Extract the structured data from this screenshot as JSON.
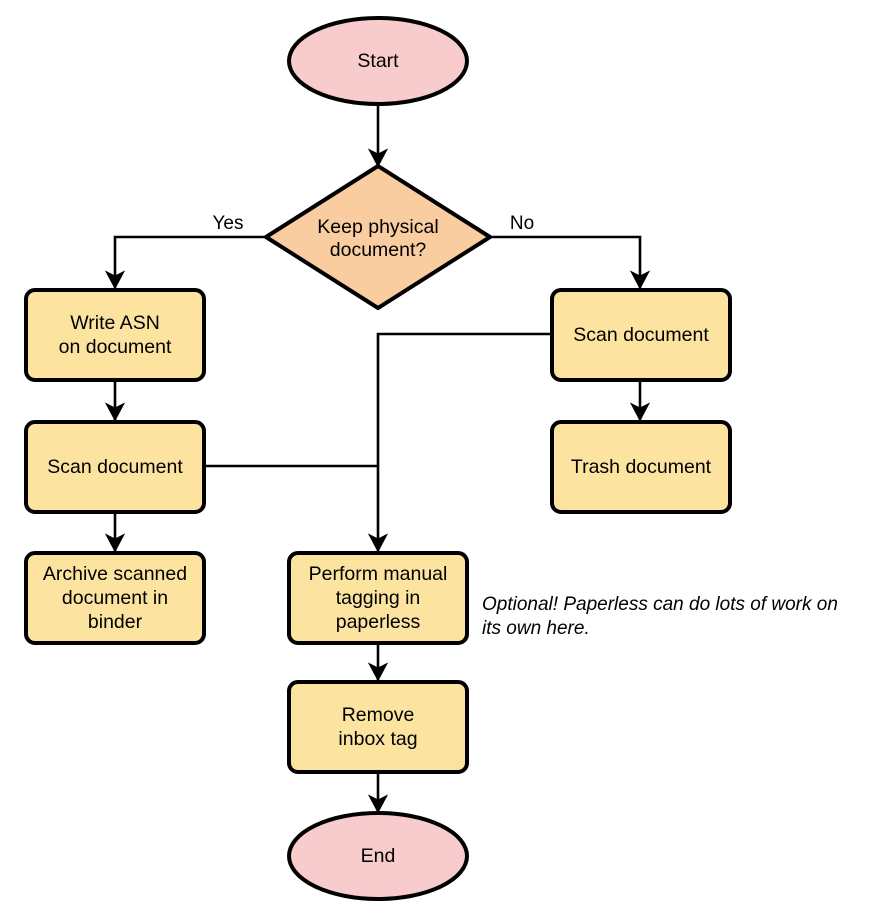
{
  "diagram": {
    "type": "flowchart",
    "orientation": "top-to-bottom",
    "background_color": "#FFFFFF",
    "colors": {
      "terminator_fill": "#F8CCCC",
      "decision_fill": "#FACDA0",
      "process_fill": "#FCE3A0",
      "outline": "#000000",
      "edge": "#000000",
      "text": "#000000"
    },
    "nodes": {
      "start": {
        "label": "Start",
        "shape": "ellipse"
      },
      "decision": {
        "label_line1": "Keep physical",
        "label_line2": "document?",
        "shape": "diamond"
      },
      "write_asn": {
        "label_line1": "Write ASN",
        "label_line2": "on document",
        "shape": "rounded-rectangle"
      },
      "scan_left": {
        "label": "Scan document",
        "shape": "rounded-rectangle"
      },
      "archive": {
        "label_line1": "Archive scanned",
        "label_line2": "document in",
        "label_line3": "binder",
        "shape": "rounded-rectangle"
      },
      "scan_right": {
        "label": "Scan document",
        "shape": "rounded-rectangle"
      },
      "trash": {
        "label": "Trash document",
        "shape": "rounded-rectangle"
      },
      "manual_tagging": {
        "label_line1": "Perform manual",
        "label_line2": "tagging in",
        "label_line3": "paperless",
        "shape": "rounded-rectangle"
      },
      "remove_inbox": {
        "label_line1": "Remove",
        "label_line2": "inbox tag",
        "shape": "rounded-rectangle"
      },
      "end": {
        "label": "End",
        "shape": "ellipse"
      }
    },
    "edge_labels": {
      "yes": "Yes",
      "no": "No"
    },
    "annotations": {
      "optional_note_line1": "Optional! Paperless can do lots of work on",
      "optional_note_line2": "its own here."
    }
  }
}
